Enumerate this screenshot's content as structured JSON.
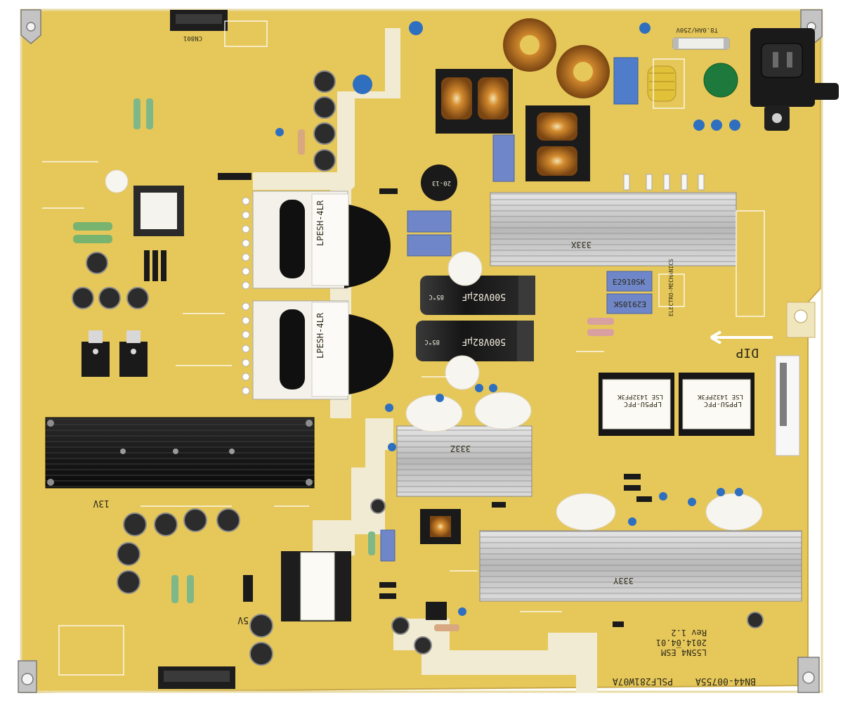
{
  "board": {
    "model_label": "BN44-00755A",
    "pcb_label": "PSLF281W07A",
    "rev_block": [
      "L55N4_ESM",
      "2014.04.01",
      "Rev 1.2"
    ],
    "fuse_label": "T8.0AH/250V",
    "dir_label": "DIP",
    "rail_13v": "13V",
    "rail_5v": "5V",
    "maker_label": "ELECTRO-MECHANICS",
    "colors": {
      "pcb": "#e6c75a",
      "pcb_dark": "#caa83f",
      "heatsink_silver": "#c9c9c9",
      "heatsink_black": "#141414",
      "cap_black": "#202020",
      "cap_blue": "#2f6fbf",
      "film_blue": "#6f86c9",
      "copper": "#c57a22"
    }
  },
  "labels": {
    "hs_x": "333X",
    "hs_y": "333Y",
    "hs_z": "333Z",
    "xfmr_main": "LPESH-4LR",
    "xfmr_pfc": "LPP5U-PFC",
    "xfmr_pfc_code": "LSE 1432PF3K",
    "cap_bulk": "500V82µF",
    "cap_bulk_temp": "85°C",
    "film_cap": "E2910SK",
    "varistor": "20-13",
    "connector": "CN801"
  }
}
